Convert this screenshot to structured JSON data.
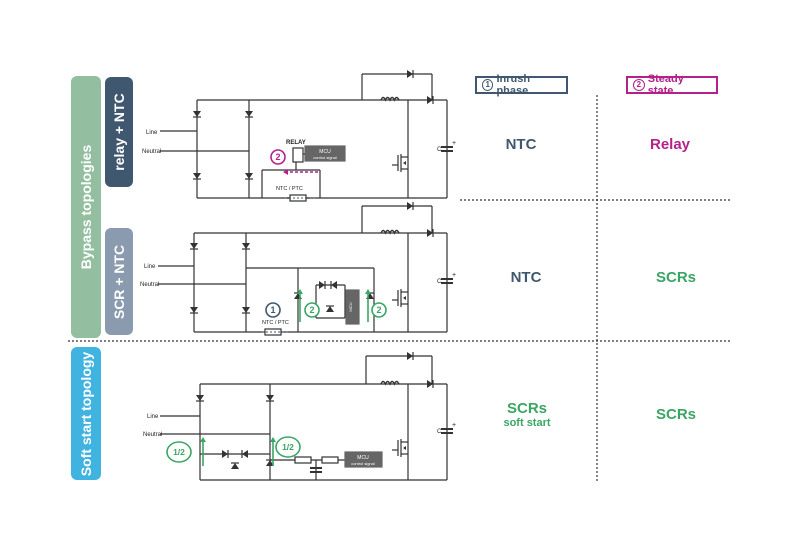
{
  "categories": {
    "bypass": "Bypass topologies",
    "soft": "Soft start topology",
    "relay_ntc": "relay + NTC",
    "scr_ntc": "SCR + NTC"
  },
  "headers": {
    "inrush_num": "1",
    "inrush": "Inrush phase",
    "steady_num": "2",
    "steady": "Steady state"
  },
  "rows": [
    {
      "inrush": "NTC",
      "steady": "Relay"
    },
    {
      "inrush": "NTC",
      "steady": "SCRs"
    },
    {
      "inrush": "SCRs",
      "inrush_sub": "soft start",
      "steady": "SCRs"
    }
  ],
  "circuit_labels": {
    "line": "Line",
    "neutral": "Neutral",
    "relay": "RELAY",
    "ntc_ptc": "NTC / PTC",
    "mcu": "MCU",
    "control_signal": "control signal",
    "cap": "C",
    "plus": "+",
    "m1": "2",
    "m2": "1",
    "m3": "2",
    "m4": "2",
    "m5": "1/2",
    "m6": "1/2"
  },
  "colors": {
    "slate": "#3f5870",
    "magenta": "#b5218a",
    "green": "#3aa564",
    "bypass_band": "#93bfa0",
    "soft_band": "#40b3e0",
    "scr_band": "#8a9aaf"
  }
}
